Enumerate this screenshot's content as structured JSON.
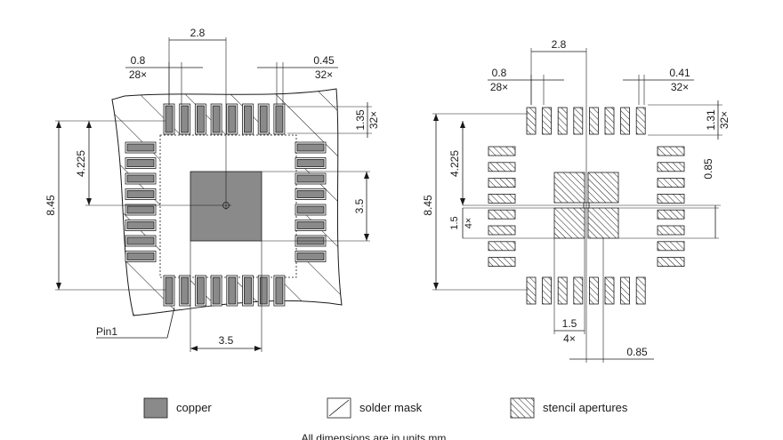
{
  "colors": {
    "copper": "#8a8a8a",
    "outline": "#1a1a1a",
    "background": "#ffffff"
  },
  "left": {
    "pitch_top": "2.8",
    "pad_width": "0.8",
    "pad_width_count": "28×",
    "pad_spacing": "0.45",
    "pad_spacing_count": "32×",
    "pad_length": "1.35",
    "pad_length_count": "32×",
    "center_offset": "4.225",
    "overall": "8.45",
    "thermal_height": "3.5",
    "thermal_width": "3.5",
    "pin1": "Pin1"
  },
  "right": {
    "pitch_top": "2.8",
    "pad_width": "0.8",
    "pad_width_count": "28×",
    "pad_spacing": "0.41",
    "pad_spacing_count": "32×",
    "pad_length": "1.31",
    "pad_length_count": "32×",
    "center_offset": "4.225",
    "overall": "8.45",
    "aperture_gap": "0.85",
    "aperture_size": "1.5",
    "aperture_count": "4×",
    "aperture_size_bottom": "1.5",
    "aperture_count_bottom": "4×",
    "aperture_gap_bottom": "0.85"
  },
  "legend": {
    "copper": "copper",
    "solder_mask": "solder mask",
    "stencil": "stencil apertures",
    "icons": [
      "copper-swatch-icon",
      "solder-mask-swatch-icon",
      "stencil-swatch-icon"
    ]
  },
  "footer": "All dimensions are in units mm"
}
